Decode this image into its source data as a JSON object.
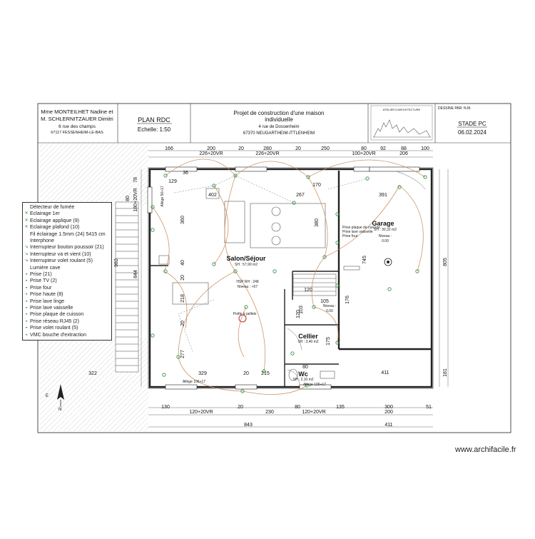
{
  "title_block": {
    "client_line1": "Mme MONTEILHET Nadine et",
    "client_line2": "M. SCHLERNITZAUER Dimitri",
    "client_line3": "6  rue des champs",
    "client_line4": "67117  FESSENHEIM-LE-BAS",
    "plan_title": "PLAN RDC",
    "scale": "Echelle:  1:50",
    "project_line1": "Projet de construction d'une maison",
    "project_line2": "individuelle",
    "project_line3": "4 rue de Dossenheim",
    "project_line4": "67370 NEUGARTHEIM-ITTLENHEIM",
    "architect_name": "ATELIER D'ARCHITECTURE",
    "drawn_by": "DESSINE PAR: N.M.",
    "stage": "STADE PC",
    "date": "06.02.2024"
  },
  "rooms": {
    "salon": "Salon/Séjour",
    "salon_area": "SH : 57,90 m2",
    "salon_hsp": "HSP RH : 248",
    "salon_niveau": "Niveau : +57",
    "garage": "Garage",
    "garage_area": "SH : 30,32 m2",
    "garage_niveau": "Niveau :",
    "garage_niveau_val": "0.00",
    "cellier": "Cellier",
    "cellier_area": "SH : 3,40 m2",
    "wc": "Wc",
    "wc_area": "SH : 2,10 m2",
    "poele": "Poêle à pellets",
    "niveau_small": "Niveau :",
    "niveau_small_val": "0.00",
    "allege1": "Allège 106+17",
    "allege2": "Allège 106+17",
    "allege3": "Allège 50+17",
    "garage_notes": [
      "Prise plaque de cuisson",
      "Prise lave vaisselle",
      "Prise four"
    ]
  },
  "dimensions": {
    "top": [
      "166",
      "200",
      "226+20VR",
      "20",
      "280",
      "226+20VR",
      "20",
      "250",
      "80",
      "100+20VR",
      "92",
      "88",
      "206",
      "100"
    ],
    "left": [
      "80",
      "180+20VR",
      "78",
      "982",
      "844"
    ],
    "right": [
      "805",
      "181",
      "745"
    ],
    "interior": [
      "129",
      "36",
      "402",
      "267",
      "170",
      "391",
      "380",
      "40",
      "360",
      "218",
      "20",
      "277",
      "20",
      "105",
      "103",
      "120",
      "176",
      "175",
      "329",
      "215",
      "20",
      "411",
      "322",
      "80",
      "120"
    ],
    "bottom": [
      "130",
      "120+20VR",
      "20",
      "230",
      "80",
      "120+20VR",
      "135",
      "300",
      "200",
      "51",
      "843",
      "411"
    ]
  },
  "legend": [
    {
      "icon": "",
      "label": "Détecteur de fumée"
    },
    {
      "icon": "✕",
      "label": "Eclairage 1er"
    },
    {
      "icon": "✕",
      "label": "Eclairage applique (9)"
    },
    {
      "icon": "✕",
      "label": "Eclairage plafond (10)"
    },
    {
      "icon": "",
      "label": "Fil éclairage 1.5mm (24) 5415 cm"
    },
    {
      "icon": "",
      "label": "Interphone"
    },
    {
      "icon": "↘",
      "label": "Interrupteur bouton poussoir (21)"
    },
    {
      "icon": "↘",
      "label": "Interrupteur va et vient (10)"
    },
    {
      "icon": "↘",
      "label": "Interrupteur volet roulant (5)"
    },
    {
      "icon": "",
      "label": "Lumière cave"
    },
    {
      "icon": "◒",
      "label": "Prise (21)"
    },
    {
      "icon": "◒",
      "label": "Prise TV (2)"
    },
    {
      "icon": "◒",
      "label": "Prise four"
    },
    {
      "icon": "◒",
      "label": "Prise haute (8)"
    },
    {
      "icon": "◒",
      "label": "Prise lave linge"
    },
    {
      "icon": "◒",
      "label": "Prise lave vaisselle"
    },
    {
      "icon": "◒",
      "label": "Prise plaque de cuisson"
    },
    {
      "icon": "◒",
      "label": "Prise réseau RJ45 (2)"
    },
    {
      "icon": "◒",
      "label": "Prise volet roulant (5)"
    },
    {
      "icon": "◒",
      "label": "VMC bouche d'extraction"
    }
  ],
  "compass": {
    "e": "E",
    "n": "N"
  },
  "watermark": "www.archifacile.fr",
  "colors": {
    "wire": "#c88a5a",
    "device": "#2a8a3a",
    "wall": "#222222"
  }
}
